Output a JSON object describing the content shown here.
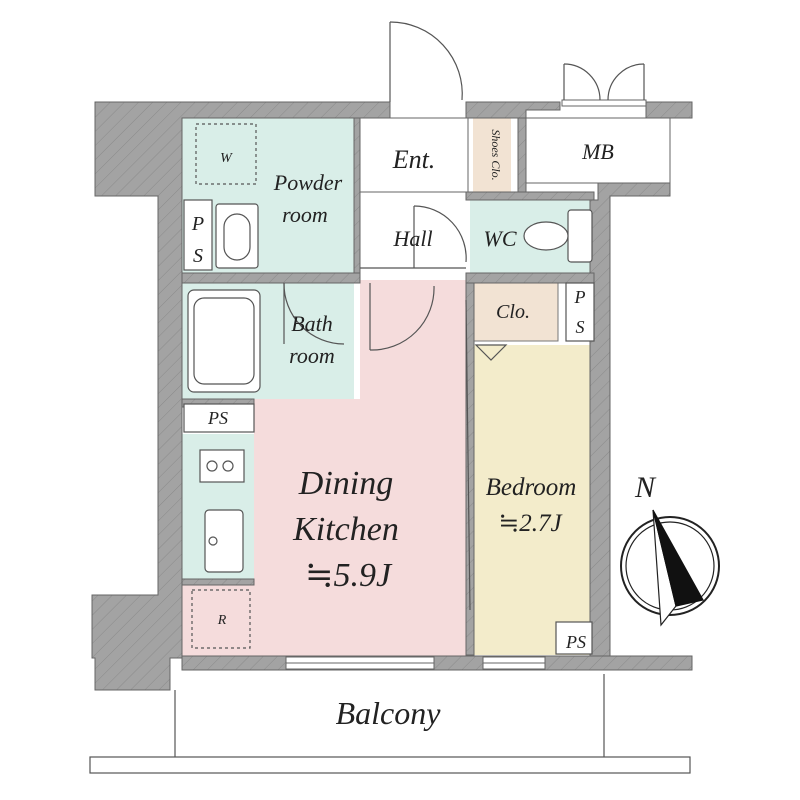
{
  "rooms": {
    "entrance": "Ent.",
    "shoes_closet": "Shoes Clo.",
    "meter_box": "MB",
    "powder_room": [
      "Powder",
      "room"
    ],
    "washer": "W",
    "pipe_space_ps_vertical": [
      "P",
      "S"
    ],
    "hall": "Hall",
    "wc": "WC",
    "closet": "Clo.",
    "bath_room": [
      "Bath",
      "room"
    ],
    "pipe_space": "PS",
    "dining_kitchen": [
      "Dining",
      "Kitchen",
      "≒5.9J"
    ],
    "refrigerator": "R",
    "bedroom": [
      "Bedroom",
      "≒2.7J"
    ],
    "balcony": "Balcony"
  },
  "compass": {
    "label": "N"
  },
  "colors": {
    "wet_area": "#d9eee8",
    "dining_kitchen": "#f5dcdc",
    "bedroom": "#f3eccb",
    "closet": "#f2e3d3",
    "wall": "#a3a3a3",
    "wall_edge": "#666666"
  }
}
